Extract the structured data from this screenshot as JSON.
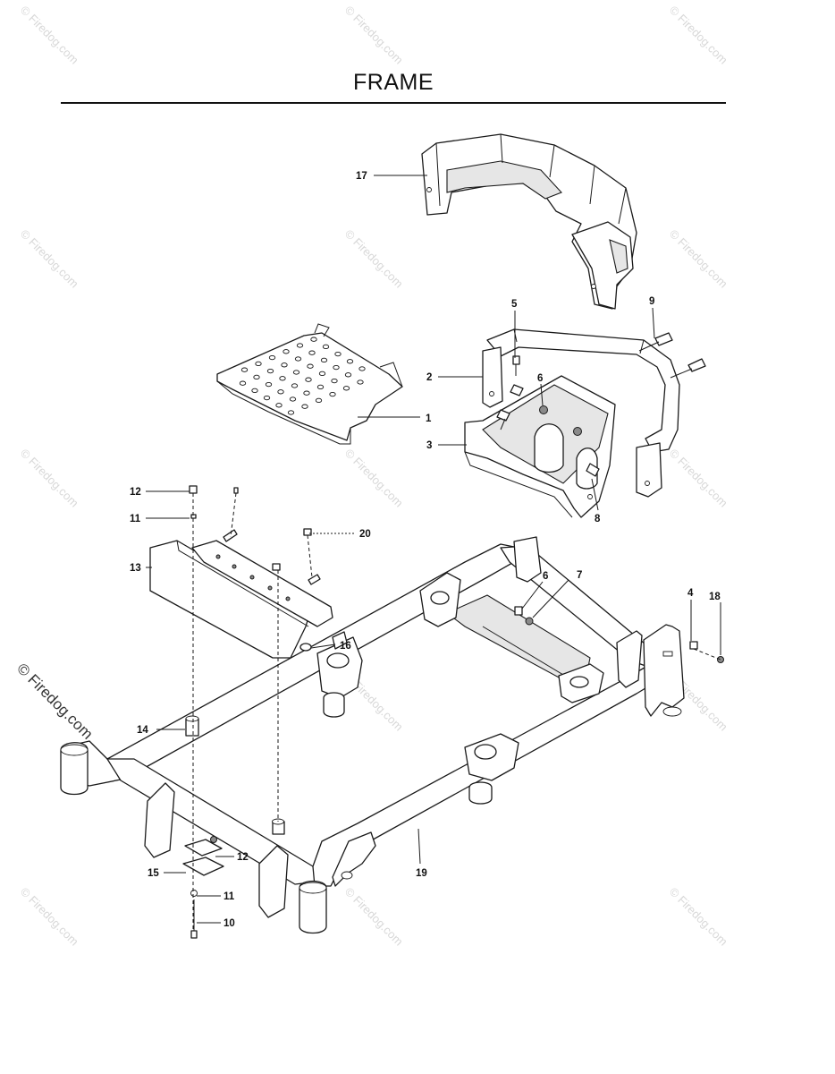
{
  "title": "FRAME",
  "watermark": "© Firedog.com",
  "callouts": {
    "c1": "1",
    "c2": "2",
    "c3": "3",
    "c4": "4",
    "c5": "5",
    "c6a": "6",
    "c6b": "6",
    "c7": "7",
    "c8": "8",
    "c9": "9",
    "c10": "10",
    "c11a": "11",
    "c11b": "11",
    "c12a": "12",
    "c12b": "12",
    "c13": "13",
    "c14": "14",
    "c15": "15",
    "c16": "16",
    "c17": "17",
    "c18": "18",
    "c19": "19",
    "c20": "20"
  }
}
